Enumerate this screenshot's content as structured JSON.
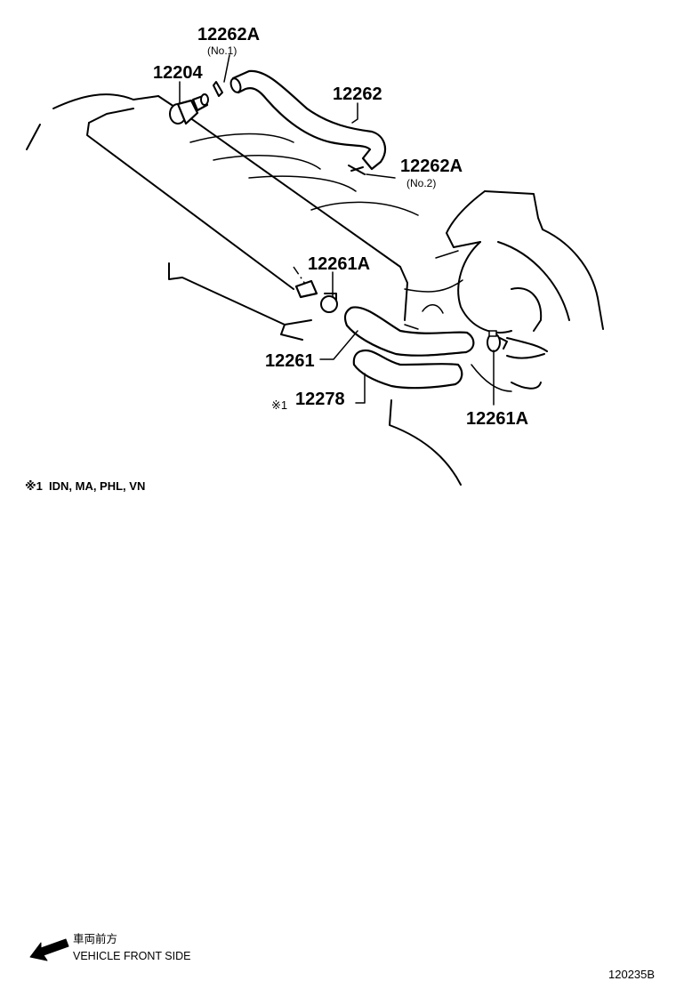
{
  "parts": {
    "p12262A_top": {
      "number": "12262A",
      "sub": "(No.1)"
    },
    "p12204": {
      "number": "12204"
    },
    "p12262": {
      "number": "12262"
    },
    "p12262A_mid": {
      "number": "12262A",
      "sub": "(No.2)"
    },
    "p12261A_left": {
      "number": "12261A"
    },
    "p12261": {
      "number": "12261"
    },
    "p12278": {
      "number": "12278",
      "mark": "※1"
    },
    "p12261A_right": {
      "number": "12261A"
    }
  },
  "note": {
    "mark": "※1",
    "text": "IDN, MA, PHL, VN"
  },
  "legend": {
    "jp": "車両前方",
    "en": "VEHICLE FRONT SIDE",
    "icon": "arrow-left-down-icon"
  },
  "diagram_code": "120235B"
}
